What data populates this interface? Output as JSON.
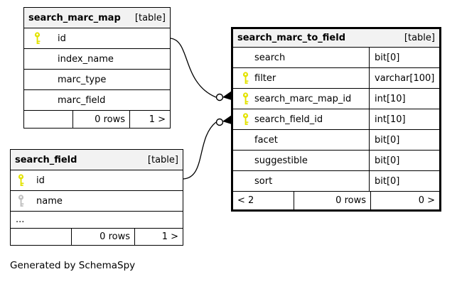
{
  "diagram": {
    "generated_by": "Generated by SchemaSpy"
  },
  "colors": {
    "header_bg": "#f2f2f2",
    "primary_key": "#e3e300",
    "index_key": "#bfbfbf",
    "border": "#000000"
  },
  "tables": [
    {
      "name": "search_marc_map",
      "tag": "[table]",
      "columns": [
        {
          "name": "id",
          "key": "primary"
        },
        {
          "name": "index_name",
          "key": null
        },
        {
          "name": "marc_type",
          "key": null
        },
        {
          "name": "marc_field",
          "key": null
        }
      ],
      "footer": {
        "left": "",
        "rows": "0 rows",
        "right": "1 >"
      }
    },
    {
      "name": "search_marc_to_field",
      "tag": "[table]",
      "columns": [
        {
          "name": "search",
          "type": "bit[0]",
          "key": null
        },
        {
          "name": "filter",
          "type": "varchar[100]",
          "key": "primary"
        },
        {
          "name": "search_marc_map_id",
          "type": "int[10]",
          "key": "primary"
        },
        {
          "name": "search_field_id",
          "type": "int[10]",
          "key": "primary"
        },
        {
          "name": "facet",
          "type": "bit[0]",
          "key": null
        },
        {
          "name": "suggestible",
          "type": "bit[0]",
          "key": null
        },
        {
          "name": "sort",
          "type": "bit[0]",
          "key": null
        }
      ],
      "footer": {
        "left": "< 2",
        "rows": "0 rows",
        "right": "0 >"
      }
    },
    {
      "name": "search_field",
      "tag": "[table]",
      "columns": [
        {
          "name": "id",
          "key": "primary"
        },
        {
          "name": "name",
          "key": "index"
        },
        {
          "name": "...",
          "key": null
        }
      ],
      "footer": {
        "left": "",
        "rows": "0 rows",
        "right": "1 >"
      }
    }
  ],
  "relationships": [
    {
      "from": "search_marc_map.id",
      "to": "search_marc_to_field.search_marc_map_id"
    },
    {
      "from": "search_field.id",
      "to": "search_marc_to_field.search_field_id"
    }
  ]
}
